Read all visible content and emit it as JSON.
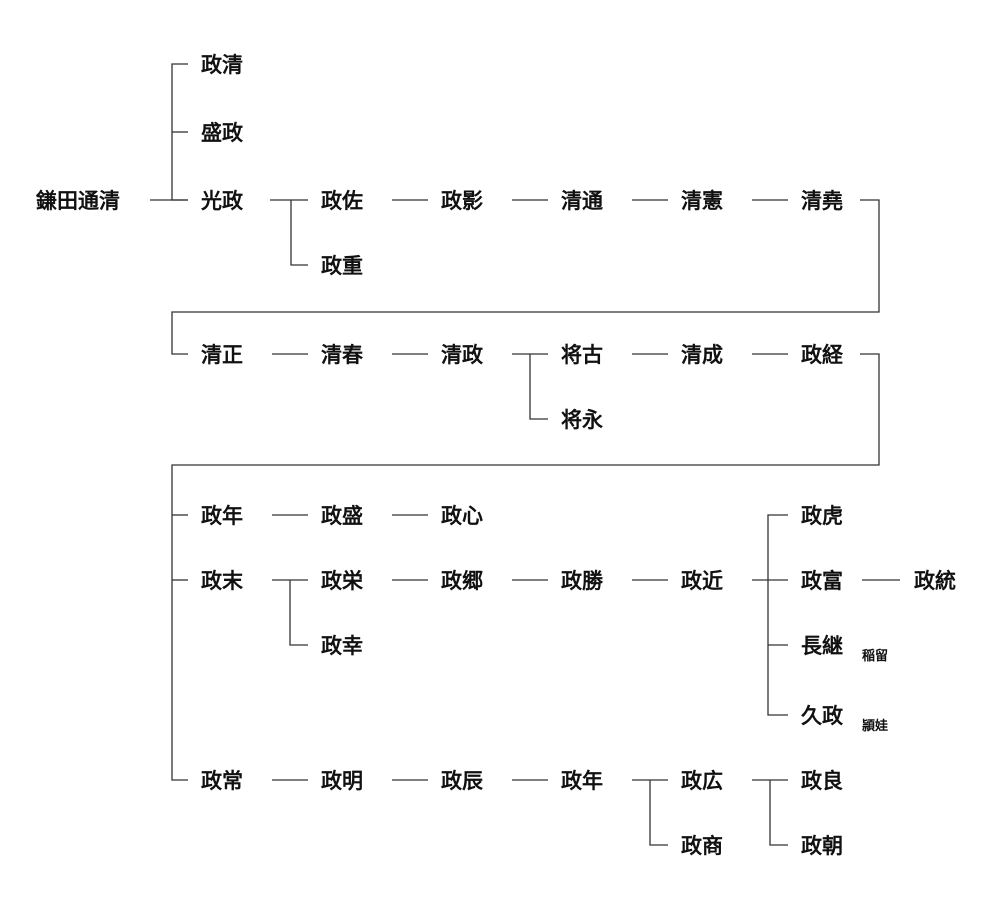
{
  "people": {
    "root": "鎌田通清",
    "g1_a": "政清",
    "g1_b": "盛政",
    "g1_c": "光政",
    "g2_a": "政佐",
    "g2_b": "政重",
    "g3": "政影",
    "g4": "清通",
    "g5": "清憲",
    "g6": "清堯",
    "g7": "清正",
    "g8": "清春",
    "g9": "清政",
    "g10_a": "将古",
    "g10_b": "将永",
    "g11": "清成",
    "g12": "政経",
    "b1_1": "政年",
    "b1_2": "政盛",
    "b1_3": "政心",
    "b2_1": "政末",
    "b2_2a": "政栄",
    "b2_2b": "政幸",
    "b2_3": "政郷",
    "b2_4": "政勝",
    "b2_5": "政近",
    "b2_6a": "政虎",
    "b2_6b": "政富",
    "b2_6c": "長継",
    "b2_6d": "久政",
    "b2_7": "政統",
    "b3_1": "政常",
    "b3_2": "政明",
    "b3_3": "政辰",
    "b3_4": "政年",
    "b3_5a": "政広",
    "b3_5b": "政商",
    "b3_6a": "政良",
    "b3_6b": "政朝"
  },
  "notes": {
    "nagatsugu": "稲留",
    "hisamasa": "頴娃"
  }
}
